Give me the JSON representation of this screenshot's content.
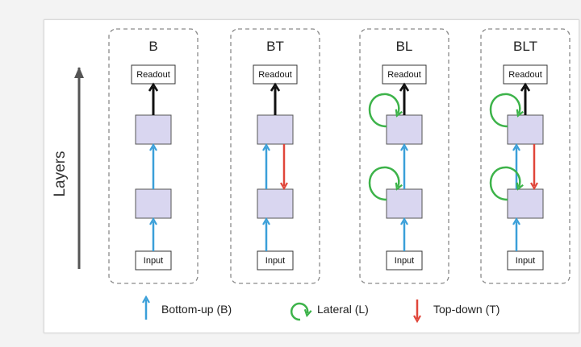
{
  "axis": {
    "label": "Layers"
  },
  "columns": [
    {
      "id": "b",
      "title": "B",
      "readout": "Readout",
      "input": "Input",
      "lateral": false,
      "topdown": false
    },
    {
      "id": "bt",
      "title": "BT",
      "readout": "Readout",
      "input": "Input",
      "lateral": false,
      "topdown": true
    },
    {
      "id": "bl",
      "title": "BL",
      "readout": "Readout",
      "input": "Input",
      "lateral": true,
      "topdown": false
    },
    {
      "id": "blt",
      "title": "BLT",
      "readout": "Readout",
      "input": "Input",
      "lateral": true,
      "topdown": true
    }
  ],
  "legend": {
    "bottom_up": "Bottom-up (B)",
    "lateral": "Lateral (L)",
    "top_down": "Top-down (T)"
  },
  "colors": {
    "bottom_up": "#3a9fd9",
    "lateral": "#3db34a",
    "top_down": "#e0463a",
    "readout": "#111111",
    "layer_fill": "#d9d6f0",
    "layer_stroke": "#555555"
  }
}
